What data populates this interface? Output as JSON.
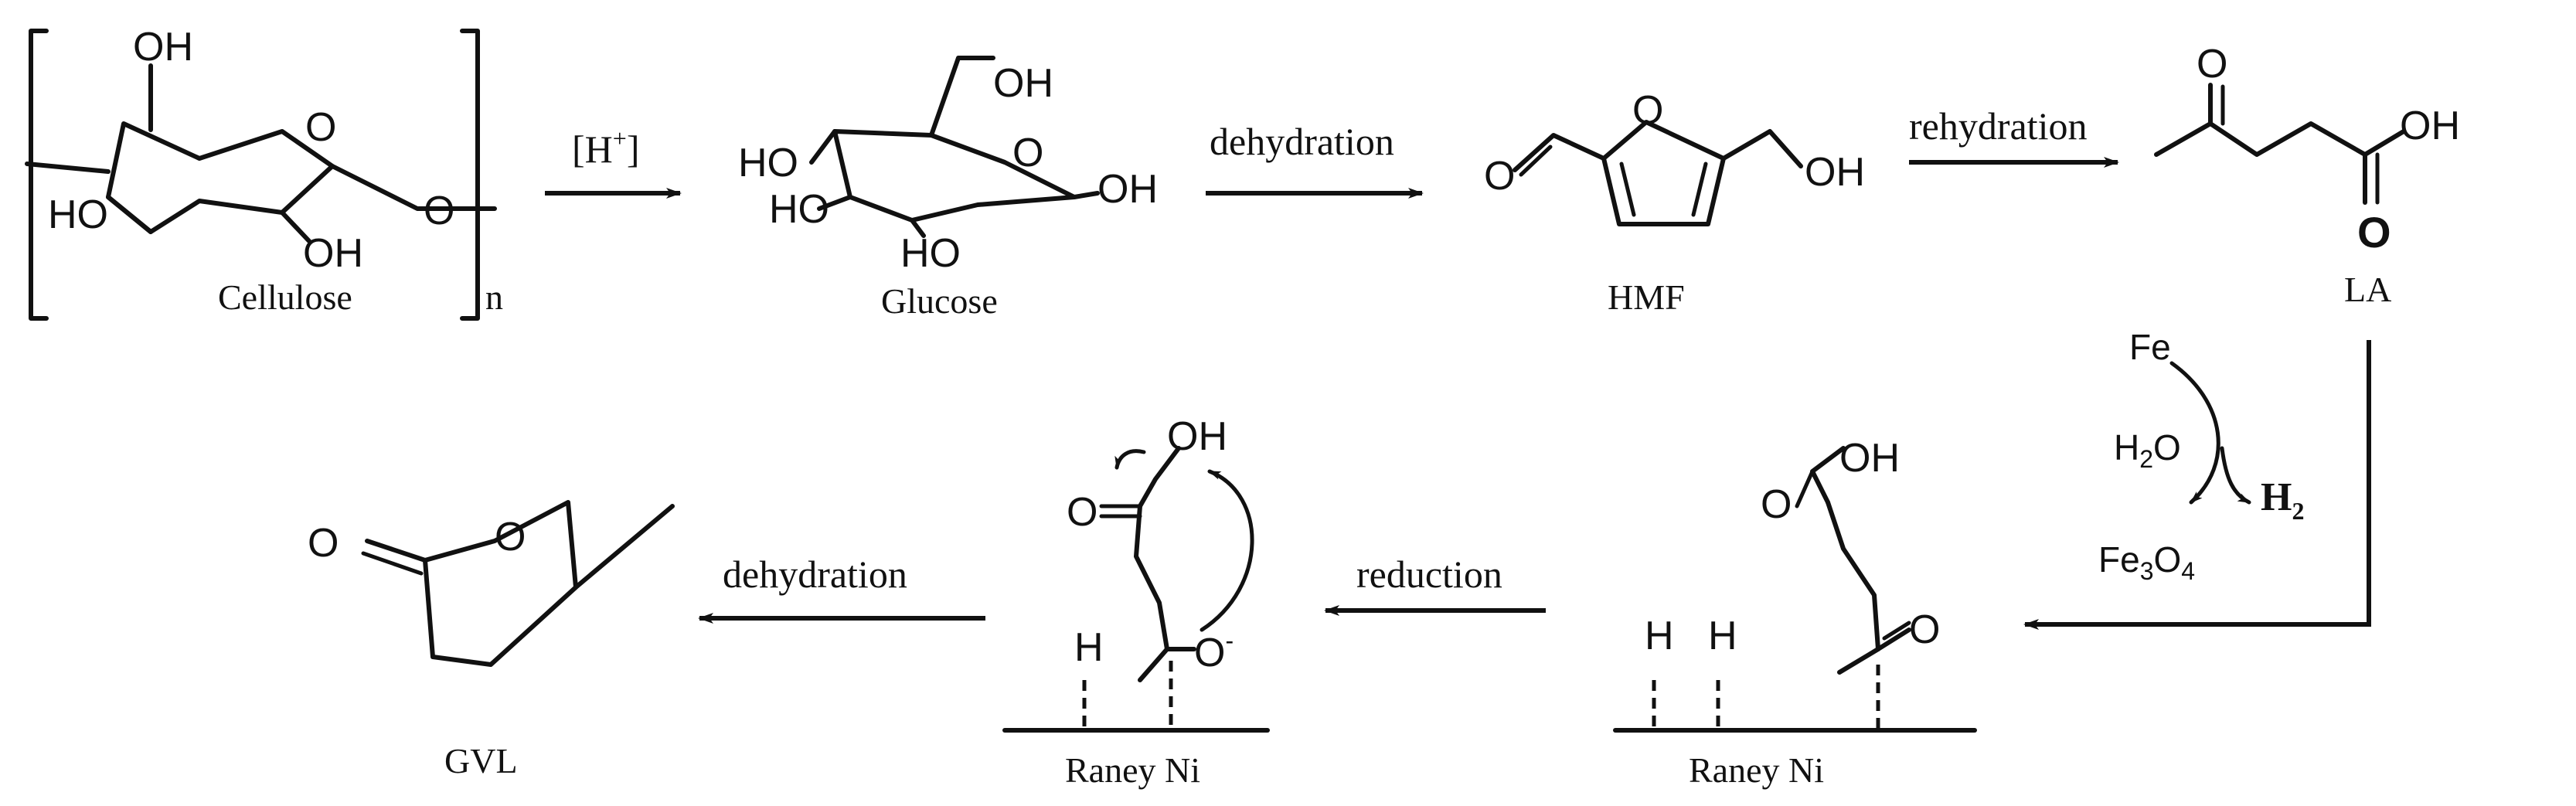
{
  "compounds": {
    "cellulose": "Cellulose",
    "glucose": "Glucose",
    "hmf": "HMF",
    "la": "LA",
    "gvl": "GVL",
    "repeat_n": "n"
  },
  "conditions": {
    "acid_base": "[H",
    "acid_sup": "+",
    "acid_close": "]",
    "dehydration_1": "dehydration",
    "rehydration": "rehydration",
    "reduction": "reduction",
    "dehydration_2": "dehydration"
  },
  "reagents": {
    "fe": "Fe",
    "h2o_main": "H",
    "h2o_sub": "2",
    "h2o_end": "O",
    "h2_main": "H",
    "h2_sub": "2",
    "fe3o4_a": "Fe",
    "fe3o4_sub1": "3",
    "fe3o4_b": "O",
    "fe3o4_sub2": "4"
  },
  "catalyst": {
    "surface_1": "Raney Ni",
    "surface_2": "Raney Ni"
  },
  "atoms": {
    "oh": "OH",
    "ho": "HO",
    "o": "O",
    "h": "H",
    "o_minus": "O",
    "minus": "-"
  }
}
